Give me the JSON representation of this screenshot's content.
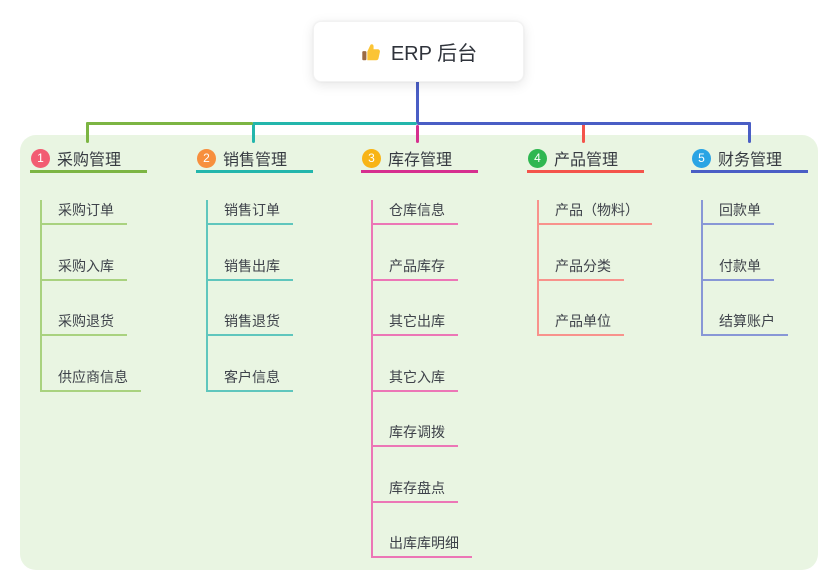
{
  "root": {
    "label": "ERP 后台",
    "icon": "thumbs-up-icon"
  },
  "branches": [
    {
      "index": "1",
      "label": "采购管理",
      "badge_color": "#F25C72",
      "line_color": "#7CB543",
      "light_color": "#A9D27F",
      "children": [
        "采购订单",
        "采购入库",
        "采购退货",
        "供应商信息"
      ]
    },
    {
      "index": "2",
      "label": "销售管理",
      "badge_color": "#F78F3D",
      "line_color": "#23B6AC",
      "light_color": "#5FC6BD",
      "children": [
        "销售订单",
        "销售出库",
        "销售退货",
        "客户信息"
      ]
    },
    {
      "index": "3",
      "label": "库存管理",
      "badge_color": "#F8B416",
      "line_color": "#D62F8F",
      "light_color": "#EC76B6",
      "children": [
        "仓库信息",
        "产品库存",
        "其它出库",
        "其它入库",
        "库存调拨",
        "库存盘点",
        "出库库明细"
      ]
    },
    {
      "index": "4",
      "label": "产品管理",
      "badge_color": "#2FB751",
      "line_color": "#F4544B",
      "light_color": "#F8928C",
      "children": [
        "产品（物料）",
        "产品分类",
        "产品单位"
      ]
    },
    {
      "index": "5",
      "label": "财务管理",
      "badge_color": "#2AA4E4",
      "line_color": "#4A5EC5",
      "light_color": "#8897D6",
      "children": [
        "回款单",
        "付款单",
        "结算账户"
      ]
    }
  ],
  "colors": {
    "canvas_bg": "#FFFFFF",
    "panel_bg": "#E9F5E2",
    "root_connector": "#4A5EC5",
    "title_text": "#363A41",
    "node_text": "#3E424A",
    "thumb_gold": "#FBC435",
    "thumb_sleeve": "#9B6A43"
  }
}
